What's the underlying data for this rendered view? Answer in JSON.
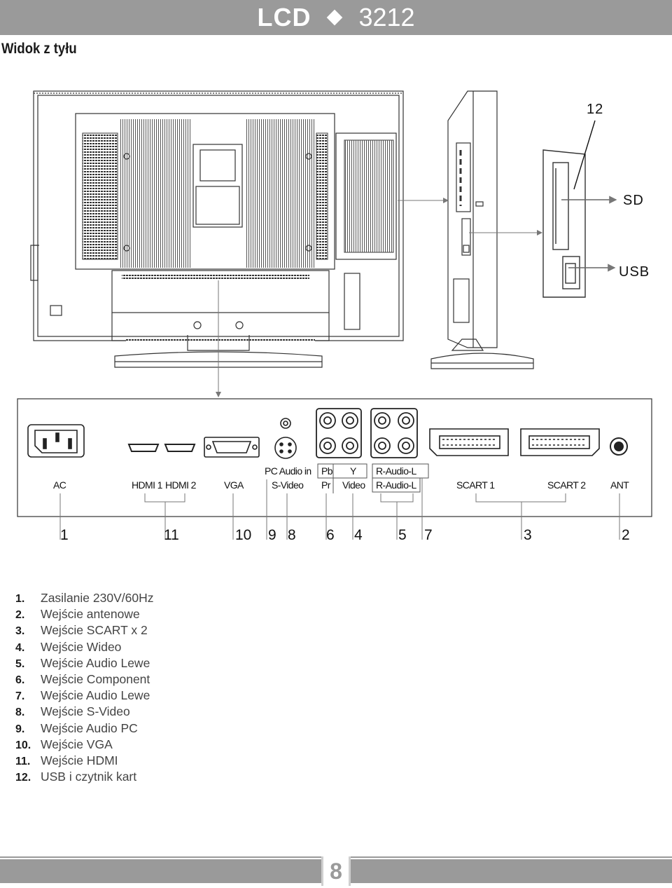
{
  "header": {
    "brand": "LCD",
    "model": "3212"
  },
  "section_title": "Widok z tyłu",
  "side_view": {
    "callout_number": "12",
    "sd_label": "SD",
    "usb_label": "USB"
  },
  "ports": {
    "ac": "AC",
    "hdmi1": "HDMI 1",
    "hdmi2": "HDMI 2",
    "vga": "VGA",
    "pc_audio_in": "PC Audio in",
    "s_video": "S-Video",
    "pb": "Pb",
    "pr": "Pr",
    "y": "Y",
    "video": "Video",
    "r_audio_l_top": "R-Audio-L",
    "r_audio_l_bottom": "R-Audio-L",
    "scart1": "SCART 1",
    "scart2": "SCART 2",
    "ant": "ANT"
  },
  "callouts": [
    "1",
    "11",
    "10",
    "9",
    "8",
    "6",
    "4",
    "5",
    "7",
    "3",
    "2"
  ],
  "legend": [
    {
      "num": "1.",
      "text": "Zasilanie 230V/60Hz"
    },
    {
      "num": "2.",
      "text": "Wejście antenowe"
    },
    {
      "num": "3.",
      "text": "Wejście SCART x 2"
    },
    {
      "num": "4.",
      "text": "Wejście Wideo"
    },
    {
      "num": "5.",
      "text": "Wejście Audio Lewe"
    },
    {
      "num": "6.",
      "text": "Wejście Component"
    },
    {
      "num": "7.",
      "text": "Wejście Audio Lewe"
    },
    {
      "num": "8.",
      "text": "Wejście S-Video"
    },
    {
      "num": "9.",
      "text": "Wejście Audio PC"
    },
    {
      "num": "10.",
      "text": "Wejście VGA"
    },
    {
      "num": "11.",
      "text": "Wejście HDMI"
    },
    {
      "num": "12.",
      "text": "USB i czytnik kart"
    }
  ],
  "footer": {
    "page_number": "8"
  }
}
